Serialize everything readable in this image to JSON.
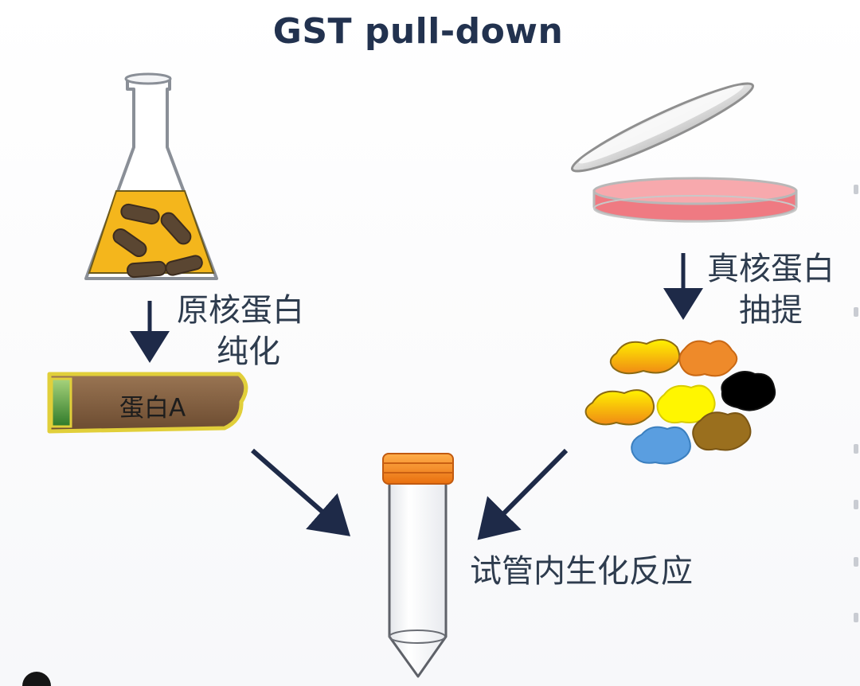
{
  "title": "GST pull-down",
  "labels": {
    "prokaryotic_line1": "原核蛋白",
    "prokaryotic_line2": "纯化",
    "eukaryotic_line1": "真核蛋白",
    "eukaryotic_line2": "抽提",
    "protein_a": "蛋白A",
    "reaction": "试管内生化反应"
  },
  "colors": {
    "title": "#22324f",
    "arrow": "#1e2a48",
    "culture_medium": "#f4b61c",
    "agar": "#ef7a82",
    "tube_cap": "#f58a1f",
    "protein_bar": "#7a5a3c"
  },
  "icons": {
    "flask": "erlenmeyer-flask-icon",
    "petri_dish": "petri-dish-icon",
    "tube": "centrifuge-tube-icon",
    "protein_bar": "protein-bar-icon",
    "protein_mixture": "protein-mixture-icon"
  }
}
